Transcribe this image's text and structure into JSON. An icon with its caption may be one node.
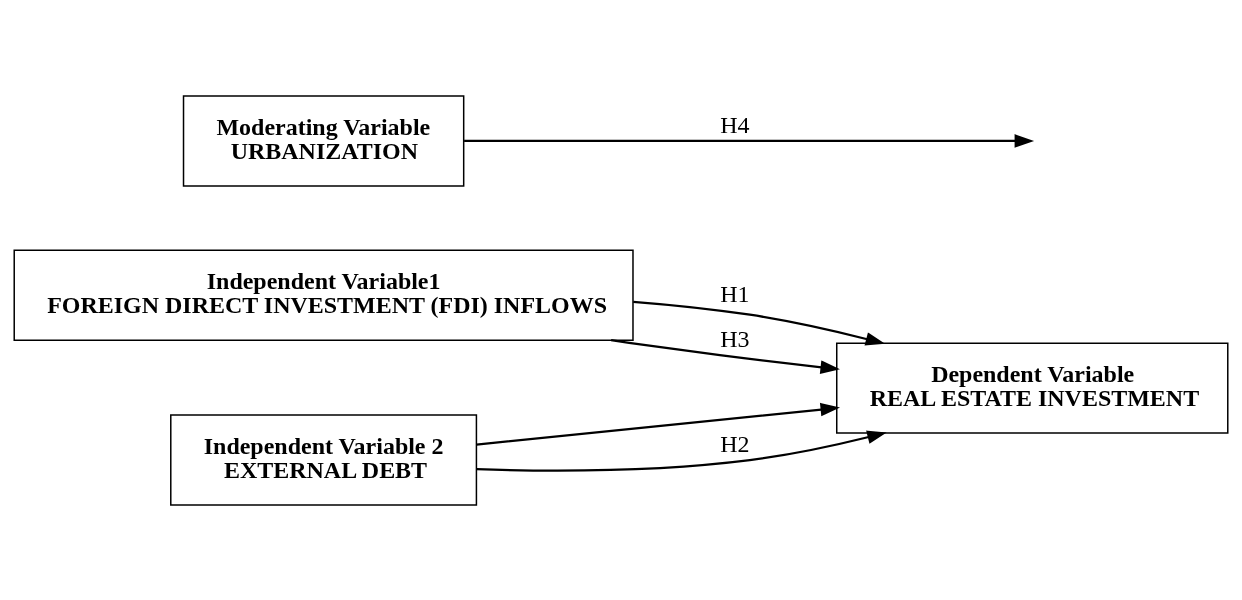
{
  "diagram": {
    "nodes": [
      {
        "text": [
          "Independent Variable1",
          "FOREIGN DIRECT INVESTMENT (FDI) INFLOWS"
        ]
      },
      {
        "text": [
          "Independent Variable 2",
          "EXTERNAL DEBT"
        ]
      },
      {
        "text": [
          "Dependent Variable",
          "REAL ESTATE INVESTMENT"
        ]
      },
      {
        "text": [
          "Moderating Variable",
          "URBANIZATION"
        ]
      }
    ],
    "edges": [
      {
        "from": 0,
        "to": 2,
        "arrow": "to",
        "label": "H1"
      },
      {
        "from": 0,
        "to": 2,
        "arrow": "to",
        "label": "H3"
      },
      {
        "from": 1,
        "to": 2,
        "arrow": "to"
      },
      {
        "from": 1,
        "to": 2,
        "arrow": "to",
        "label": "H2"
      },
      {
        "from": 3,
        "to": null,
        "arrow": "to",
        "label": "H4"
      }
    ]
  }
}
